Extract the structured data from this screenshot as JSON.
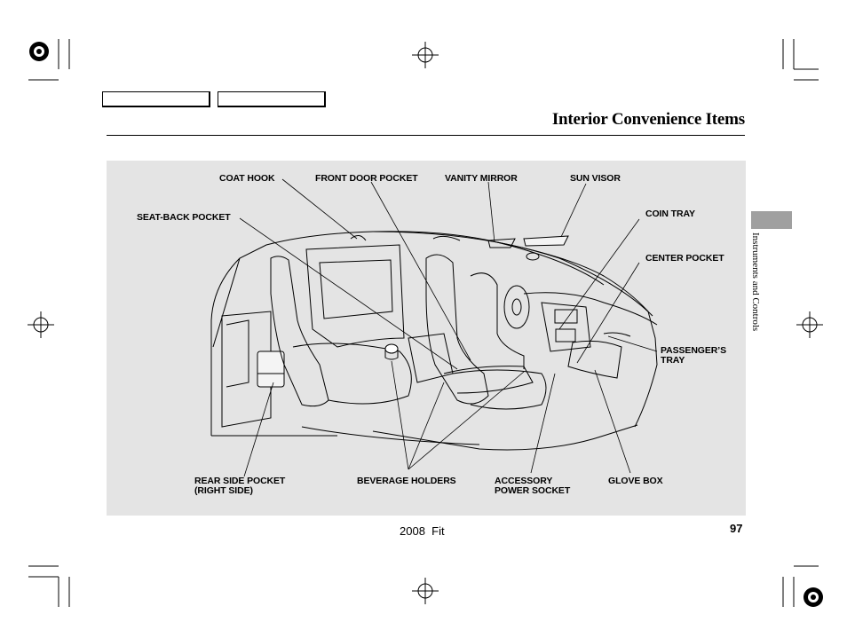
{
  "header": {
    "title": "Interior Convenience Items"
  },
  "sidebar": {
    "section_label": "Instruments and Controls"
  },
  "diagram": {
    "labels": {
      "coat_hook": "COAT HOOK",
      "front_door_pocket": "FRONT DOOR POCKET",
      "vanity_mirror": "VANITY MIRROR",
      "sun_visor": "SUN VISOR",
      "seat_back_pocket": "SEAT-BACK POCKET",
      "coin_tray": "COIN TRAY",
      "center_pocket": "CENTER POCKET",
      "passengers_tray_1": "PASSENGER’S",
      "passengers_tray_2": "TRAY",
      "rear_side_pocket_1": "REAR SIDE POCKET",
      "rear_side_pocket_2": "(RIGHT SIDE)",
      "beverage_holders": "BEVERAGE HOLDERS",
      "accessory_power_socket_1": "ACCESSORY",
      "accessory_power_socket_2": "POWER SOCKET",
      "glove_box": "GLOVE BOX"
    }
  },
  "footer": {
    "model": "2008  Fit",
    "page_number": "97"
  },
  "colors": {
    "panel": "#e4e4e4",
    "tab": "#a0a0a0"
  }
}
